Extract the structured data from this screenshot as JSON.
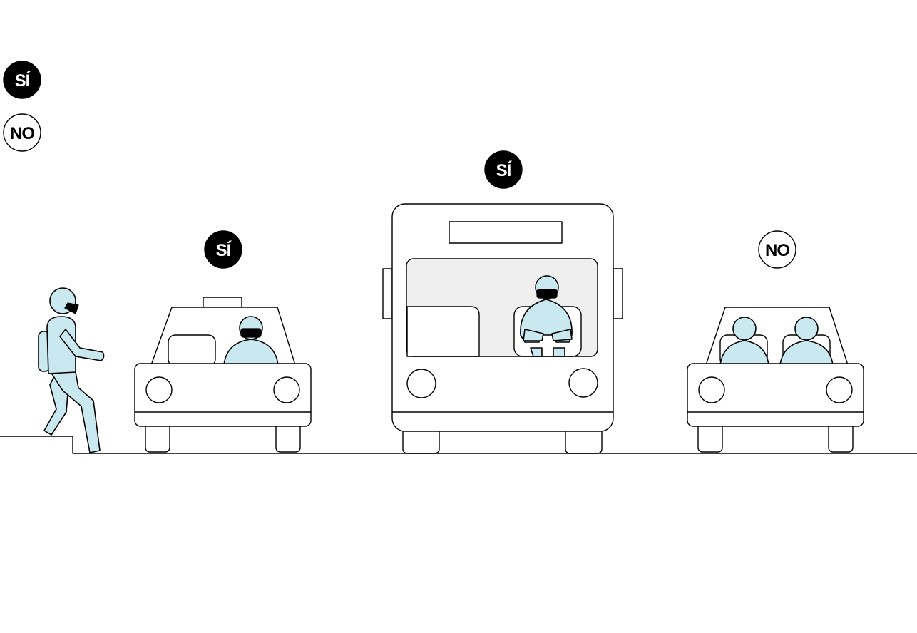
{
  "legend": {
    "yes_label": "SÍ",
    "no_label": "NO"
  },
  "scenes": {
    "taxi": {
      "verdict_label": "SÍ",
      "driver_masked": true
    },
    "bus": {
      "verdict_label": "SÍ",
      "driver_masked": true
    },
    "private_car": {
      "verdict_label": "NO",
      "occupants": 2,
      "occupants_masked": false
    }
  },
  "pedestrian": {
    "masked": true
  },
  "colors": {
    "figure_fill": "#c9e8f0",
    "window_fill": "#efefef",
    "stroke": "#000000",
    "badge_yes_fill": "#000000",
    "badge_no_fill": "#ffffff"
  }
}
